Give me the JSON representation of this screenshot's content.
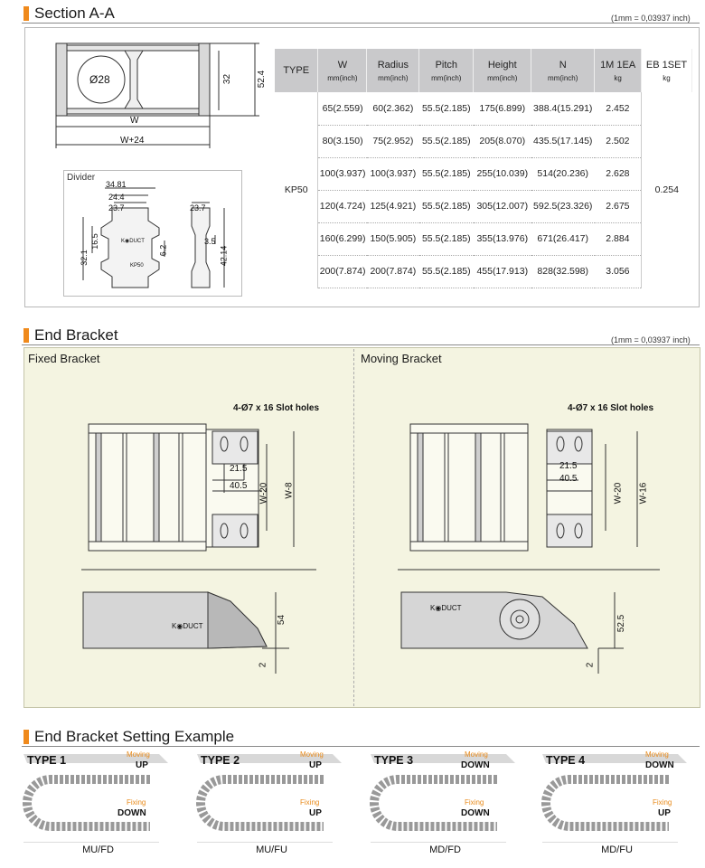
{
  "section_a": {
    "title": "Section A-A",
    "note": "(1mm = 0,03937 inch)"
  },
  "drawing_a": {
    "dia": "Ø28",
    "w": "W",
    "w24": "W+24",
    "d32": "32",
    "d524": "52.4"
  },
  "divider": {
    "title": "Divider",
    "dims": [
      "34.81",
      "24.4",
      "23.7",
      "23.7",
      "16.5",
      "32.1",
      "6.2",
      "3.5",
      "42.14"
    ],
    "brand": "K◉DUCT",
    "model": "KP50"
  },
  "table": {
    "headers": [
      {
        "label": "TYPE",
        "unit": ""
      },
      {
        "label": "W",
        "unit": "mm(inch)"
      },
      {
        "label": "Radius",
        "unit": "mm(inch)"
      },
      {
        "label": "Pitch",
        "unit": "mm(inch)"
      },
      {
        "label": "Height",
        "unit": "mm(inch)"
      },
      {
        "label": "N",
        "unit": "mm(inch)"
      },
      {
        "label": "1M 1EA",
        "unit": "kg"
      },
      {
        "label": "EB 1SET",
        "unit": "kg"
      }
    ],
    "type": "KP50",
    "eb": "0.254",
    "rows": [
      [
        "65(2.559)",
        "60(2.362)",
        "55.5(2.185)",
        "175(6.899)",
        "388.4(15.291)",
        "2.452"
      ],
      [
        "80(3.150)",
        "75(2.952)",
        "55.5(2.185)",
        "205(8.070)",
        "435.5(17.145)",
        "2.502"
      ],
      [
        "100(3.937)",
        "100(3.937)",
        "55.5(2.185)",
        "255(10.039)",
        "514(20.236)",
        "2.628"
      ],
      [
        "120(4.724)",
        "125(4.921)",
        "55.5(2.185)",
        "305(12.007)",
        "592.5(23.326)",
        "2.675"
      ],
      [
        "160(6.299)",
        "150(5.905)",
        "55.5(2.185)",
        "355(13.976)",
        "671(26.417)",
        "2.884"
      ],
      [
        "200(7.874)",
        "200(7.874)",
        "55.5(2.185)",
        "455(17.913)",
        "828(32.598)",
        "3.056"
      ]
    ]
  },
  "end_bracket": {
    "title": "End Bracket",
    "note": "(1mm = 0,03937 inch)",
    "fixed": {
      "title": "Fixed Bracket",
      "slot": "4-Ø7 x 16 Slot holes",
      "d1": "21.5",
      "d2": "40.5",
      "w20": "W-20",
      "w8": "W-8",
      "h": "54",
      "t": "2"
    },
    "moving": {
      "title": "Moving Bracket",
      "slot": "4-Ø7 x 16 Slot holes",
      "d1": "21.5",
      "d2": "40.5",
      "w20": "W-20",
      "w16": "W-16",
      "h": "52.5",
      "t": "2"
    },
    "brand": "K◉DUCT"
  },
  "setting": {
    "title": "End Bracket Setting Example",
    "moving_label": "Moving",
    "fixing_label": "Fixing",
    "types": [
      {
        "name": "TYPE 1",
        "moving": "UP",
        "fixing": "DOWN",
        "caption": "MU/FD"
      },
      {
        "name": "TYPE 2",
        "moving": "UP",
        "fixing": "UP",
        "caption": "MU/FU"
      },
      {
        "name": "TYPE 3",
        "moving": "DOWN",
        "fixing": "DOWN",
        "caption": "MD/FD"
      },
      {
        "name": "TYPE 4",
        "moving": "DOWN",
        "fixing": "UP",
        "caption": "MD/FU"
      }
    ]
  }
}
